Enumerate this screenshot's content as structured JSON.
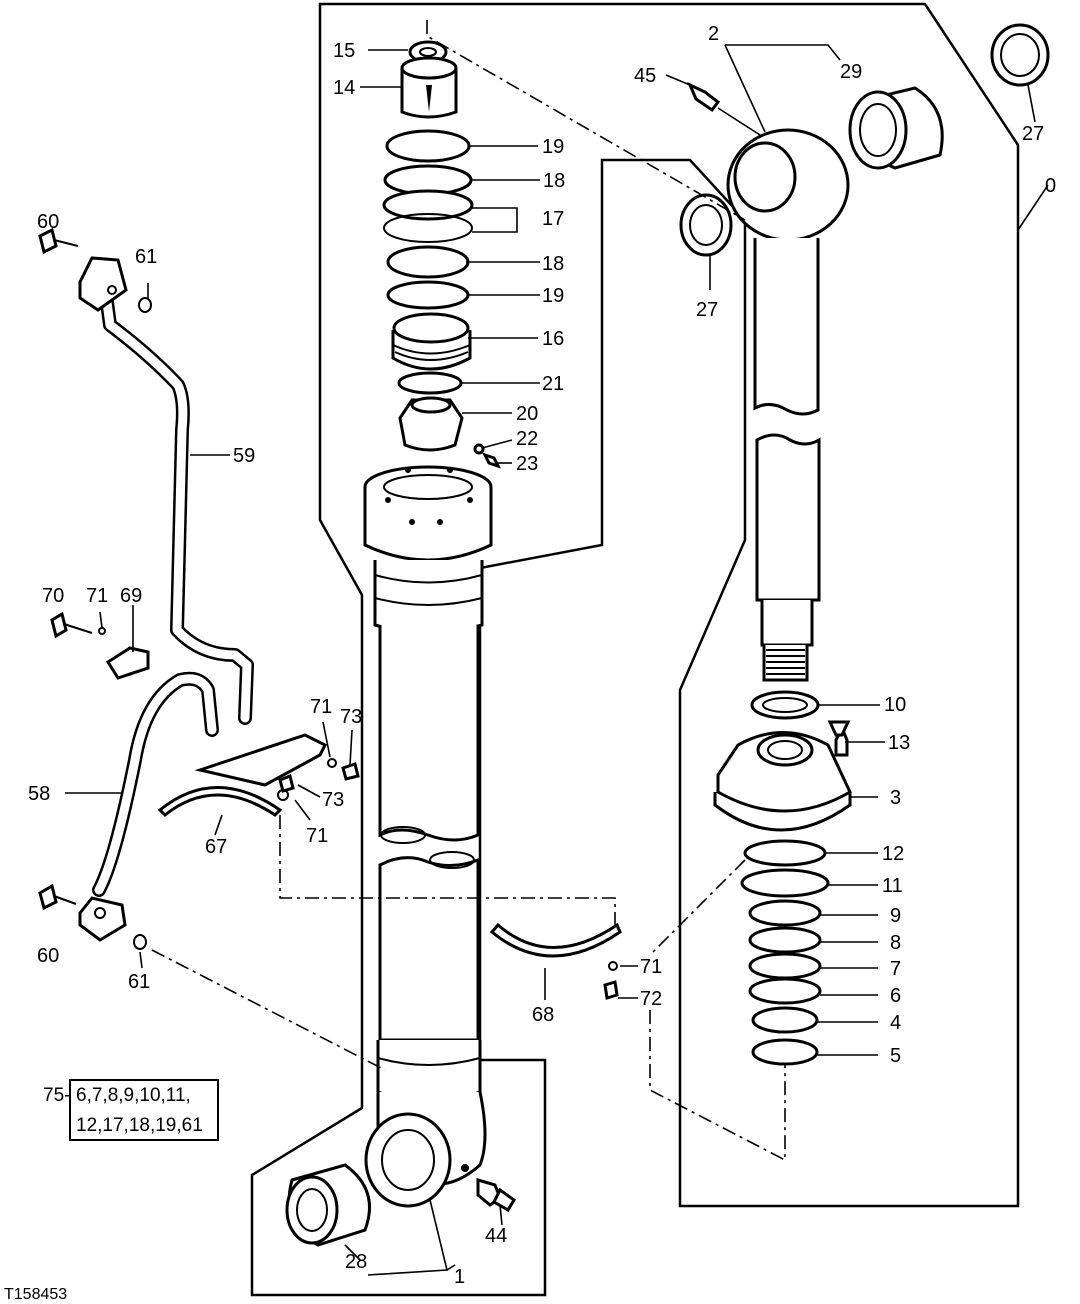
{
  "figure": {
    "id": "T158453",
    "kit_label": "75-",
    "kit_lines": [
      "6,7,8,9,10,11,",
      "12,17,18,19,61"
    ]
  },
  "callouts": {
    "c0": "0",
    "c1": "1",
    "c2": "2",
    "c3": "3",
    "c4": "4",
    "c5": "5",
    "c6": "6",
    "c7": "7",
    "c8": "8",
    "c9": "9",
    "c10": "10",
    "c11": "11",
    "c12": "12",
    "c13": "13",
    "c14": "14",
    "c15": "15",
    "c16": "16",
    "c17": "17",
    "c18a": "18",
    "c18b": "18",
    "c19a": "19",
    "c19b": "19",
    "c20": "20",
    "c21": "21",
    "c22": "22",
    "c23": "23",
    "c27a": "27",
    "c27b": "27",
    "c28": "28",
    "c29": "29",
    "c44": "44",
    "c45": "45",
    "c58": "58",
    "c59": "59",
    "c60a": "60",
    "c60b": "60",
    "c61a": "61",
    "c61b": "61",
    "c67": "67",
    "c68": "68",
    "c69": "69",
    "c70": "70",
    "c71a": "71",
    "c71b": "71",
    "c71c": "71",
    "c71d": "71",
    "c72": "72",
    "c73a": "73",
    "c73b": "73"
  }
}
